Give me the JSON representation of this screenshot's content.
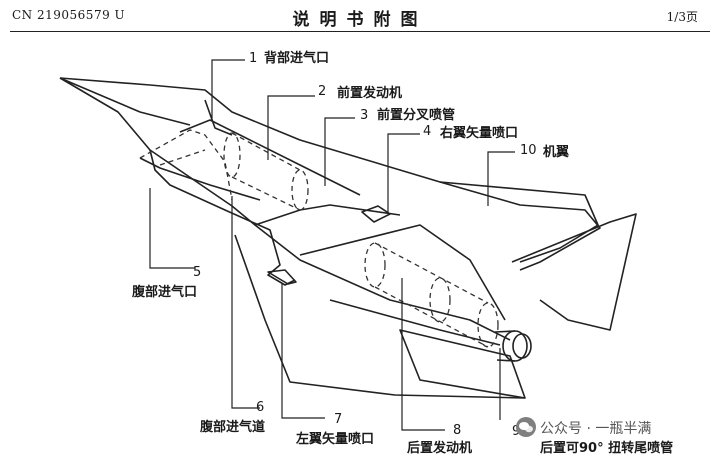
{
  "header": {
    "patent_number": "CN 219056579 U",
    "title": "说明书附图",
    "page": "1/3页"
  },
  "callouts": [
    {
      "id": "1",
      "number": "1",
      "label": "背部进气口"
    },
    {
      "id": "2",
      "number": "2",
      "label": "前置发动机"
    },
    {
      "id": "3",
      "number": "3",
      "label": "前置分叉喷管"
    },
    {
      "id": "4",
      "number": "4",
      "label": "右翼矢量喷口"
    },
    {
      "id": "10",
      "number": "10",
      "label": "机翼"
    },
    {
      "id": "5",
      "number": "5",
      "label": "腹部进气口"
    },
    {
      "id": "6",
      "number": "6",
      "label": "腹部进气道"
    },
    {
      "id": "7",
      "number": "7",
      "label": "左翼矢量喷口"
    },
    {
      "id": "8",
      "number": "8",
      "label": "后置发动机"
    },
    {
      "id": "9",
      "number": "9",
      "label": "后置可90° 扭转尾喷管"
    }
  ],
  "watermark": {
    "text": "公众号 · 一瓶半满",
    "icon": "wechat-icon"
  }
}
